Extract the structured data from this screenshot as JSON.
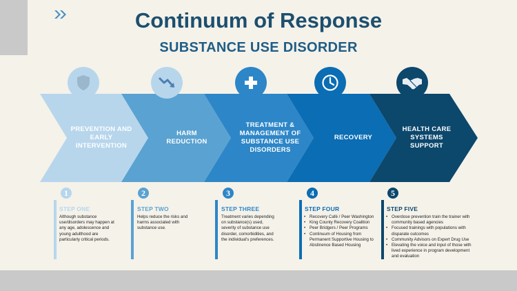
{
  "title": "Continuum of Response",
  "subtitle": "SUBSTANCE USE DISORDER",
  "colors": {
    "background": "#f5f2ea",
    "title": "#1d4f6e",
    "stage1": "#b7d6ec",
    "stage2": "#5aa2d1",
    "stage3": "#2d86c7",
    "stage4": "#0b6db3",
    "stage5": "#0c476c"
  },
  "stages": [
    {
      "icon": "shield-icon",
      "label": "PREVENTION AND EARLY INTERVENTION",
      "number": "1",
      "step_title": "STEP ONE",
      "description": "Although substance use/disorders may happen at any age, adolescence and young adulthood are particularly critical periods."
    },
    {
      "icon": "trend-down-icon",
      "label": "HARM REDUCTION",
      "number": "2",
      "step_title": "STEP TWO",
      "description": "Helps reduce the risks and harms associated with substance use."
    },
    {
      "icon": "medical-cross-icon",
      "label": "TREATMENT & MANAGEMENT OF SUBSTANCE USE DISORDERS",
      "number": "3",
      "step_title": "STEP THREE",
      "description": "Treatment varies depending on substance(s) used, severity of substance use disorder, comorbidities, and the individual's preferences."
    },
    {
      "icon": "clock-icon",
      "label": "RECOVERY",
      "number": "4",
      "step_title": "STEP FOUR",
      "items": [
        "Recovery Café / Peer Washington",
        "King County Recovery Coalition",
        "Peer Bridgers / Peer Programs",
        "Continuum of Housing from Permanent Supportive Housing to Abstinence Based Housing"
      ]
    },
    {
      "icon": "handshake-icon",
      "label": "HEALTH CARE SYSTEMS SUPPORT",
      "number": "5",
      "step_title": "STEP FIVE",
      "items": [
        "Overdose prevention train the trainer with community based agencies",
        "Focused trainings with populations with disparate outcomes",
        "Community Advisors on Expert Drug Use",
        "Elevating the voice and input of those with lived experience in program development and evaluation"
      ]
    }
  ]
}
